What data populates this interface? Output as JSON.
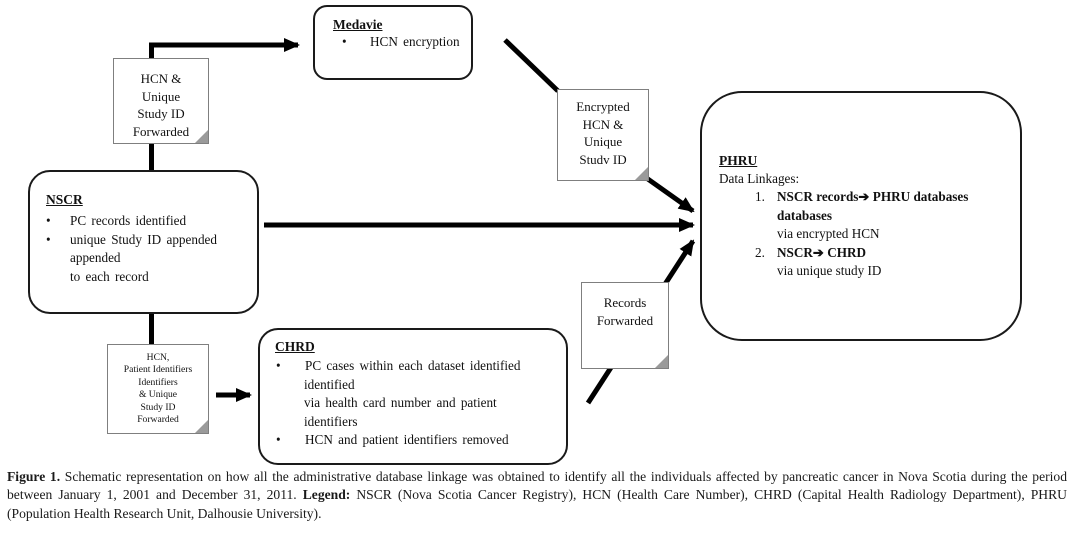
{
  "figure": {
    "boxes": {
      "medavie": {
        "title": "Medavie",
        "bullet": "•",
        "item1": "HCN encryption"
      },
      "nscr": {
        "title": "NSCR",
        "bullet": "•",
        "item1": "PC records identified",
        "item2_l1": "unique Study ID appended",
        "item2_l2": "appended",
        "item2_l3": "to each record"
      },
      "chrd": {
        "title": "CHRD",
        "bullet": "•",
        "item1_l1": "PC cases within each dataset identified",
        "item1_l2": "identified",
        "item1_l3": "via health card number and patient",
        "item1_l4": "identifiers",
        "item2": "HCN and patient identifiers removed"
      },
      "phru": {
        "title": "PHRU",
        "subtitle": "Data Linkages:",
        "item1_num": "1.",
        "item1_l1": "NSCR records➔ PHRU databases",
        "item1_l2": "databases",
        "item1_l3": "via encrypted HCN",
        "item2_num": "2.",
        "item2_l1": "NSCR➔ CHRD",
        "item2_l2": "via unique study ID"
      }
    },
    "notes": {
      "hcn_unique": {
        "l1": "HCN &",
        "l2": "Unique",
        "l3": "Study ID",
        "l4": "Forwarded"
      },
      "encrypted": {
        "l1": "Encrypted",
        "l2": "HCN &",
        "l3": "Unique",
        "l4": "Studv ID"
      },
      "records": {
        "l1": "Records",
        "l2": "Forwarded"
      },
      "patient": {
        "l1": "HCN,",
        "l2": "Patient Identifiers",
        "l3": "Identifiers",
        "l4": "& Unique",
        "l5": "Study ID",
        "l6": "Forwarded"
      }
    },
    "caption": {
      "figure_label": "Figure 1.",
      "body": " Schematic representation on how all the administrative database linkage was obtained to identify all the individuals affected by pancreatic cancer in Nova Scotia during the period between January 1, 2001 and December 31, 2011. ",
      "legend_label": "Legend:",
      "legend_body": " NSCR (Nova Scotia Cancer Registry), HCN (Health Care Number), CHRD (Capital Health Radiology Department), PHRU (Population Health Research Unit, Dalhousie University)."
    },
    "colors": {
      "line": "#000000",
      "box_border": "#1a1a1a",
      "note_border": "#7f7f7f",
      "note_fold": "#9a9a9a",
      "background": "#ffffff"
    }
  }
}
